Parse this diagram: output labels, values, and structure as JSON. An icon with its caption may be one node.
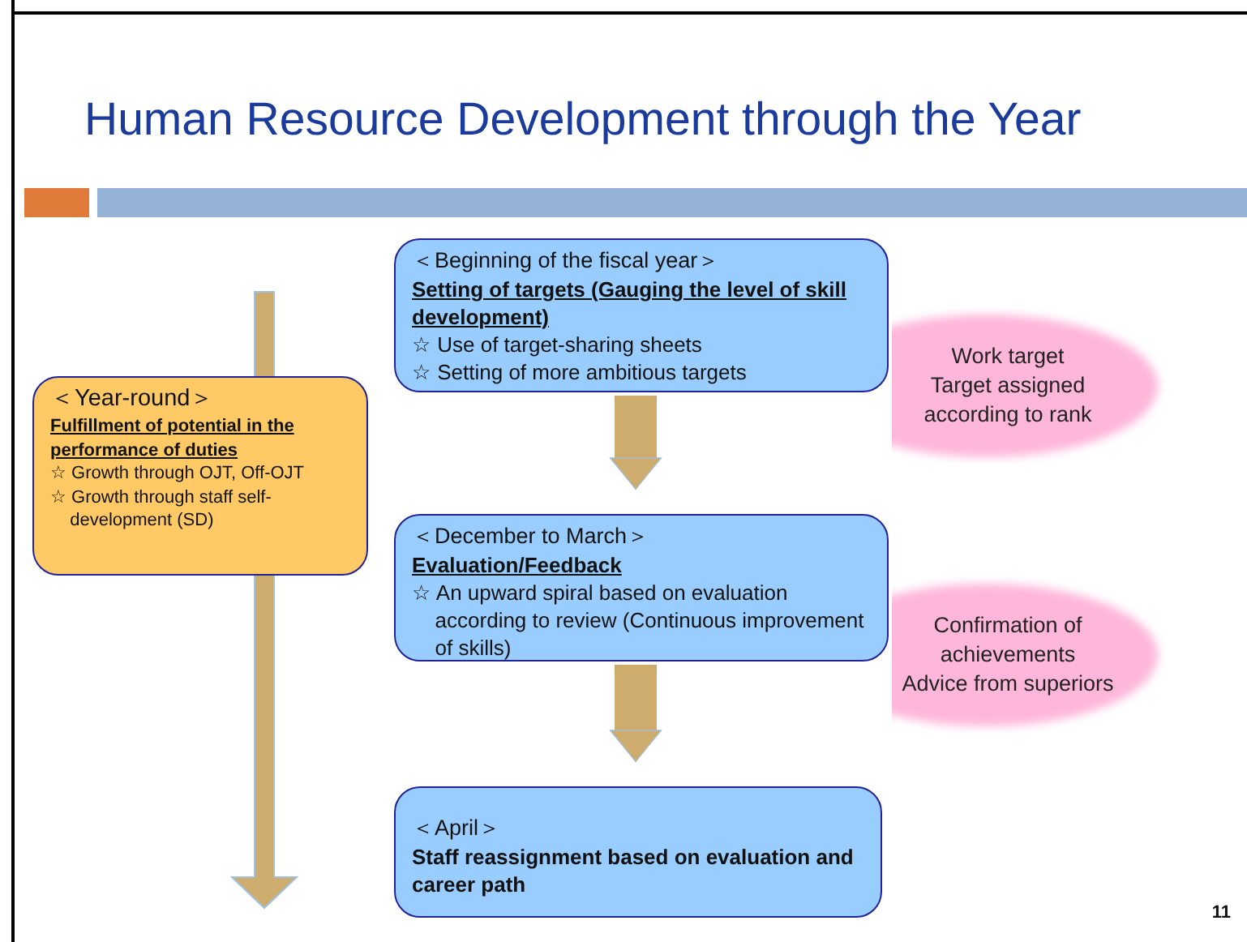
{
  "diagram": {
    "title": "Human Resource Development through the Year",
    "nodes": [
      {
        "text": [
          "＜Year-round＞",
          "Fulfillment of potential in the performance of duties",
          "☆ Growth through OJT, Off-OJT",
          "☆ Growth through staff self-development (SD)"
        ]
      },
      {
        "text": [
          "＜Beginning of the fiscal year＞",
          "Setting of targets (Gauging the level of skill development)",
          "☆ Use of target-sharing sheets",
          "☆ Setting of more ambitious targets"
        ]
      },
      {
        "text": [
          "＜December to March＞",
          "Evaluation/Feedback",
          "☆ An upward spiral based on evaluation according to review (Continuous improvement of skills)"
        ]
      },
      {
        "text": [
          "＜April＞",
          "Staff reassignment based on evaluation and career path"
        ]
      },
      {
        "text": [
          "Work target",
          "Target assigned according to rank"
        ]
      },
      {
        "text": [
          "Confirmation of achievements",
          "Advice from superiors"
        ]
      }
    ],
    "edges": [
      {
        "from": 1,
        "to": 2,
        "arrow": "to"
      },
      {
        "from": 2,
        "to": 3,
        "arrow": "to"
      }
    ],
    "labels": [
      "11"
    ]
  }
}
